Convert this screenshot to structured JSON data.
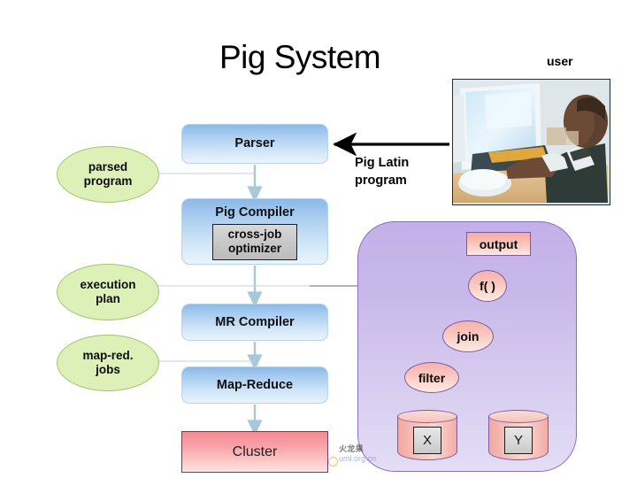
{
  "page": {
    "title": "Pig System"
  },
  "user": {
    "label": "user",
    "photo_alt": "person-at-computer-photo"
  },
  "flow": {
    "boxes": [
      {
        "id": "parser",
        "label": "Parser"
      },
      {
        "id": "pig_compiler",
        "label": "Pig Compiler",
        "inner_label": "cross-job\noptimizer",
        "inner_line1": "cross-job",
        "inner_line2": "optimizer"
      },
      {
        "id": "mr_compiler",
        "label": "MR Compiler"
      },
      {
        "id": "map_reduce",
        "label": "Map-Reduce"
      },
      {
        "id": "cluster",
        "label": "Cluster"
      }
    ],
    "notes": [
      {
        "id": "parsed_program",
        "line1": "parsed",
        "line2": "program"
      },
      {
        "id": "execution_plan",
        "line1": "execution",
        "line2": "plan"
      },
      {
        "id": "map_red_jobs",
        "line1": "map-red.",
        "line2": "jobs"
      }
    ],
    "input_label_line1": "Pig Latin",
    "input_label_line2": "program"
  },
  "logical_plan": {
    "nodes": [
      {
        "id": "output",
        "label": "output",
        "shape": "rect"
      },
      {
        "id": "f",
        "label": "f( )",
        "shape": "ellipse"
      },
      {
        "id": "join",
        "label": "join",
        "shape": "ellipse"
      },
      {
        "id": "filter",
        "label": "filter",
        "shape": "ellipse"
      },
      {
        "id": "x",
        "label": "X",
        "shape": "cylinder"
      },
      {
        "id": "y",
        "label": "Y",
        "shape": "cylinder"
      }
    ]
  },
  "watermark": {
    "text_cn": "火龙果",
    "url": "uml.org.cn"
  },
  "colors": {
    "pipeline_box": "#a9cdf0",
    "note_ellipse": "#dcf0b8",
    "cluster_box": "#f9a4a9",
    "logical_panel": "#c9b9ea",
    "dag_node": "#f9c5bd",
    "connector_line": "#a8c8d8",
    "arrow_black": "#000000"
  }
}
